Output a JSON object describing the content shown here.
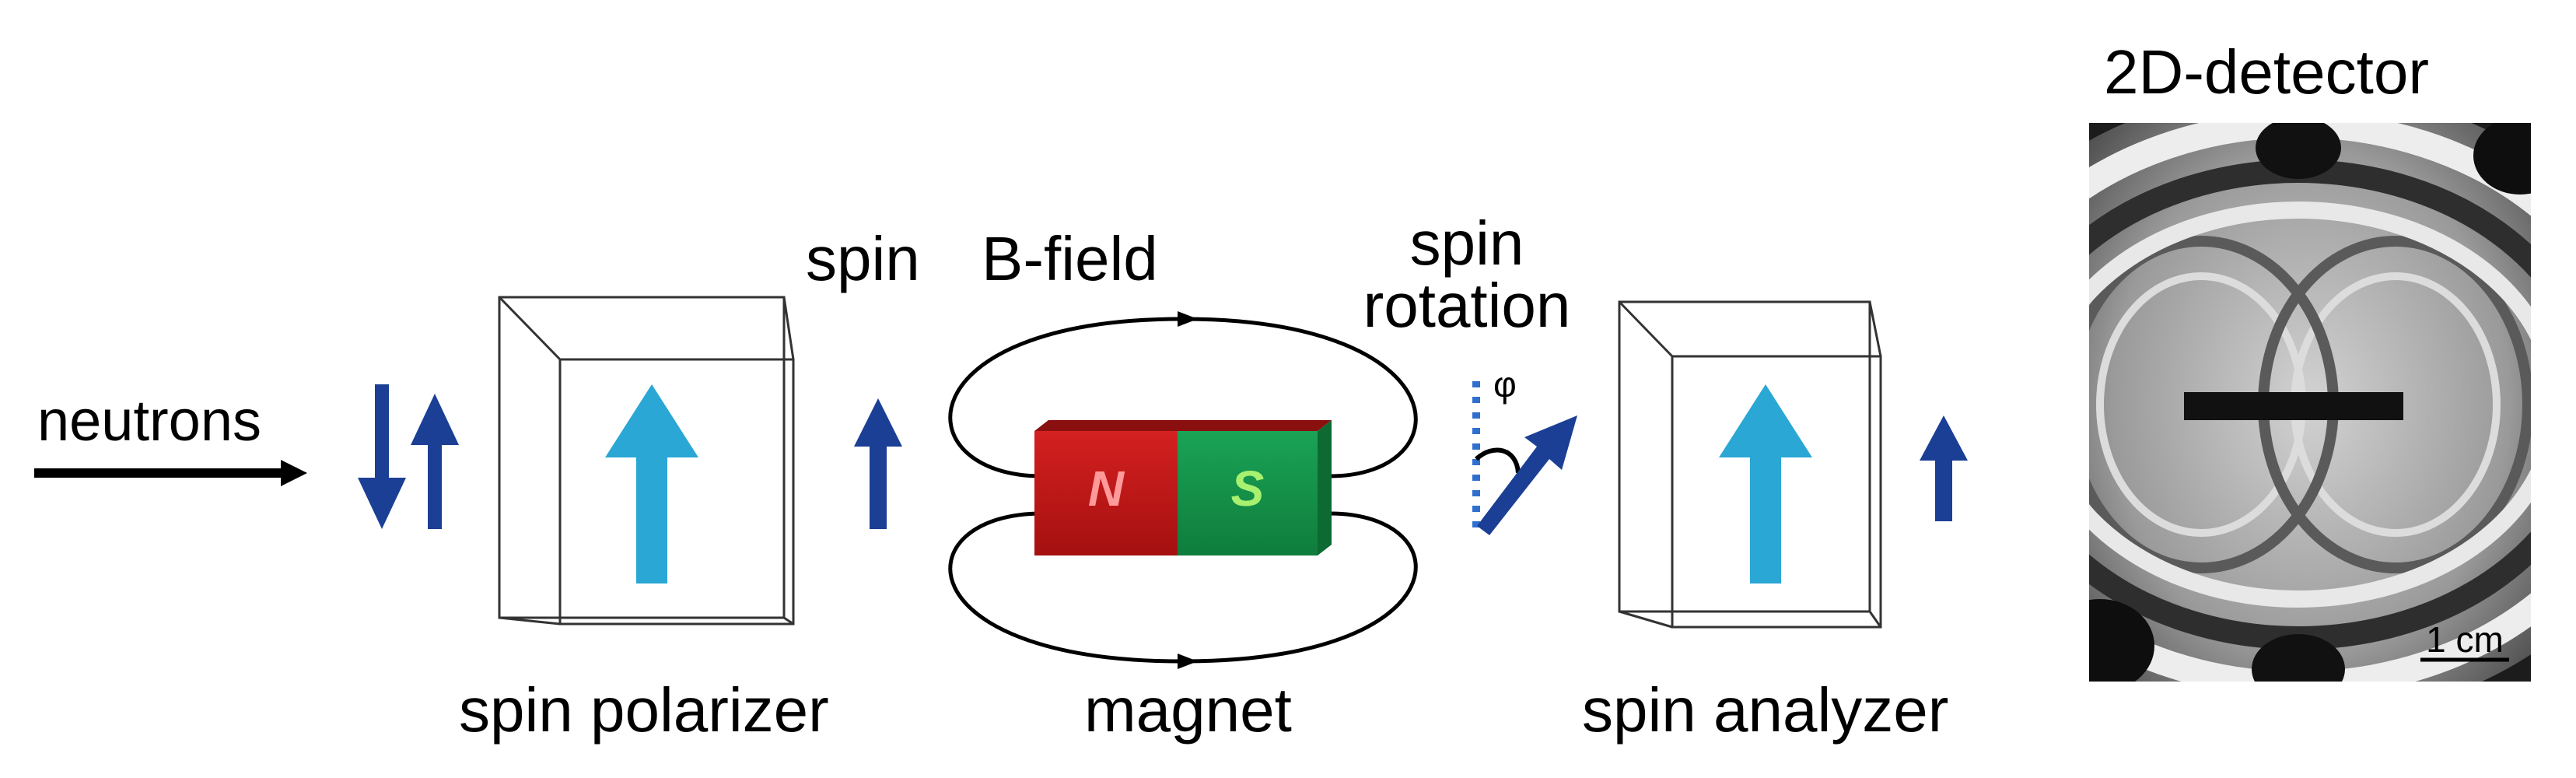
{
  "labels": {
    "neutrons": "neutrons",
    "spin": "spin",
    "b_field": "B-field",
    "spin_rotation_line1": "spin",
    "spin_rotation_line2": "rotation",
    "phi": "φ",
    "spin_polarizer": "spin polarizer",
    "magnet": "magnet",
    "spin_analyzer": "spin analyzer",
    "detector_title": "2D-detector",
    "scale_bar": "1 cm"
  },
  "magnet": {
    "north": "N",
    "south": "S"
  },
  "colors": {
    "dark_arrow": "#1b3f95",
    "light_arrow": "#2aa7d4",
    "north_pole": "#c01818",
    "south_pole": "#15934a",
    "south_label": "#a8f070",
    "north_label": "#ff9a9a"
  },
  "icons": {
    "beam": "arrow-right-icon",
    "spin_states": "up-down-arrows-icon",
    "spin": "arrow-up-icon",
    "rotated_spin": "arrow-diagonal-icon"
  }
}
